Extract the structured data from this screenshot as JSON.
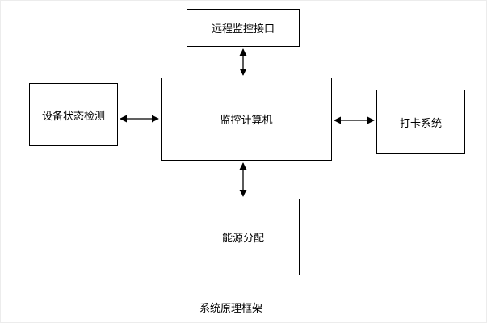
{
  "diagram": {
    "caption": "系统原理框架",
    "nodes": {
      "remote_interface": "远程监控接口",
      "monitor_computer": "监控计算机",
      "device_status": "设备状态检测",
      "card_system": "打卡系统",
      "energy_distribution": "能源分配"
    },
    "colors": {
      "box_border": "#000000",
      "box_fill": "#ffffff",
      "arrow": "#000000",
      "text": "#000000"
    },
    "connections": [
      {
        "from": "remote_interface",
        "to": "monitor_computer",
        "style": "double-arrow"
      },
      {
        "from": "device_status",
        "to": "monitor_computer",
        "style": "double-arrow"
      },
      {
        "from": "monitor_computer",
        "to": "card_system",
        "style": "double-arrow"
      },
      {
        "from": "monitor_computer",
        "to": "energy_distribution",
        "style": "double-arrow"
      }
    ]
  }
}
